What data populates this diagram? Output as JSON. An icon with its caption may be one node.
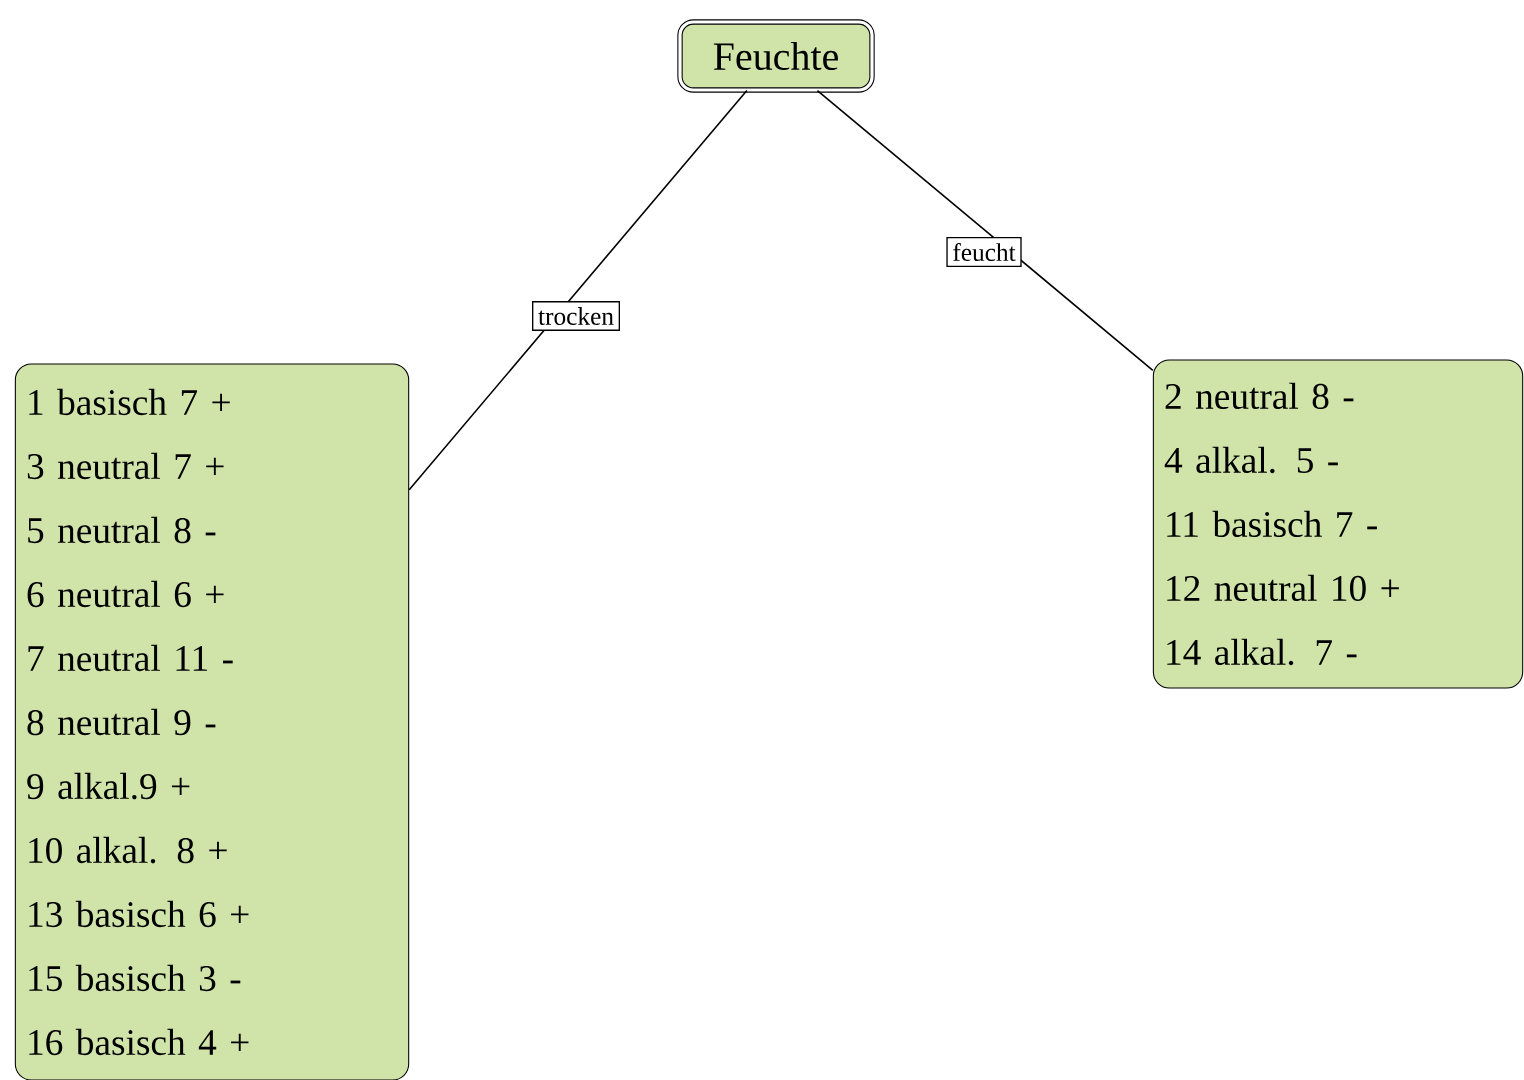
{
  "diagram": {
    "nodes": [
      {
        "text": [
          "Feuchte"
        ]
      },
      {
        "text": [
          "1 basisch 7 +",
          "3 neutral 7 +",
          "5 neutral 8 -",
          "6 neutral 6 +",
          "7 neutral 11 -",
          "8 neutral 9 -",
          "9 alkal.9 +",
          "10 alkal. 8 +",
          "13 basisch 6 +",
          "15 basisch 3 -",
          "16 basisch 4 +"
        ]
      },
      {
        "text": [
          "2 neutral 8 -",
          "4 alkal. 5 -",
          "11 basisch 7 -",
          "12 neutral 10 +",
          "14 alkal. 7 -"
        ]
      }
    ],
    "edges": [
      {
        "from": 0,
        "to": 1,
        "arrow": "none",
        "label": "trocken"
      },
      {
        "from": 0,
        "to": 2,
        "arrow": "none",
        "label": "feucht"
      }
    ]
  }
}
